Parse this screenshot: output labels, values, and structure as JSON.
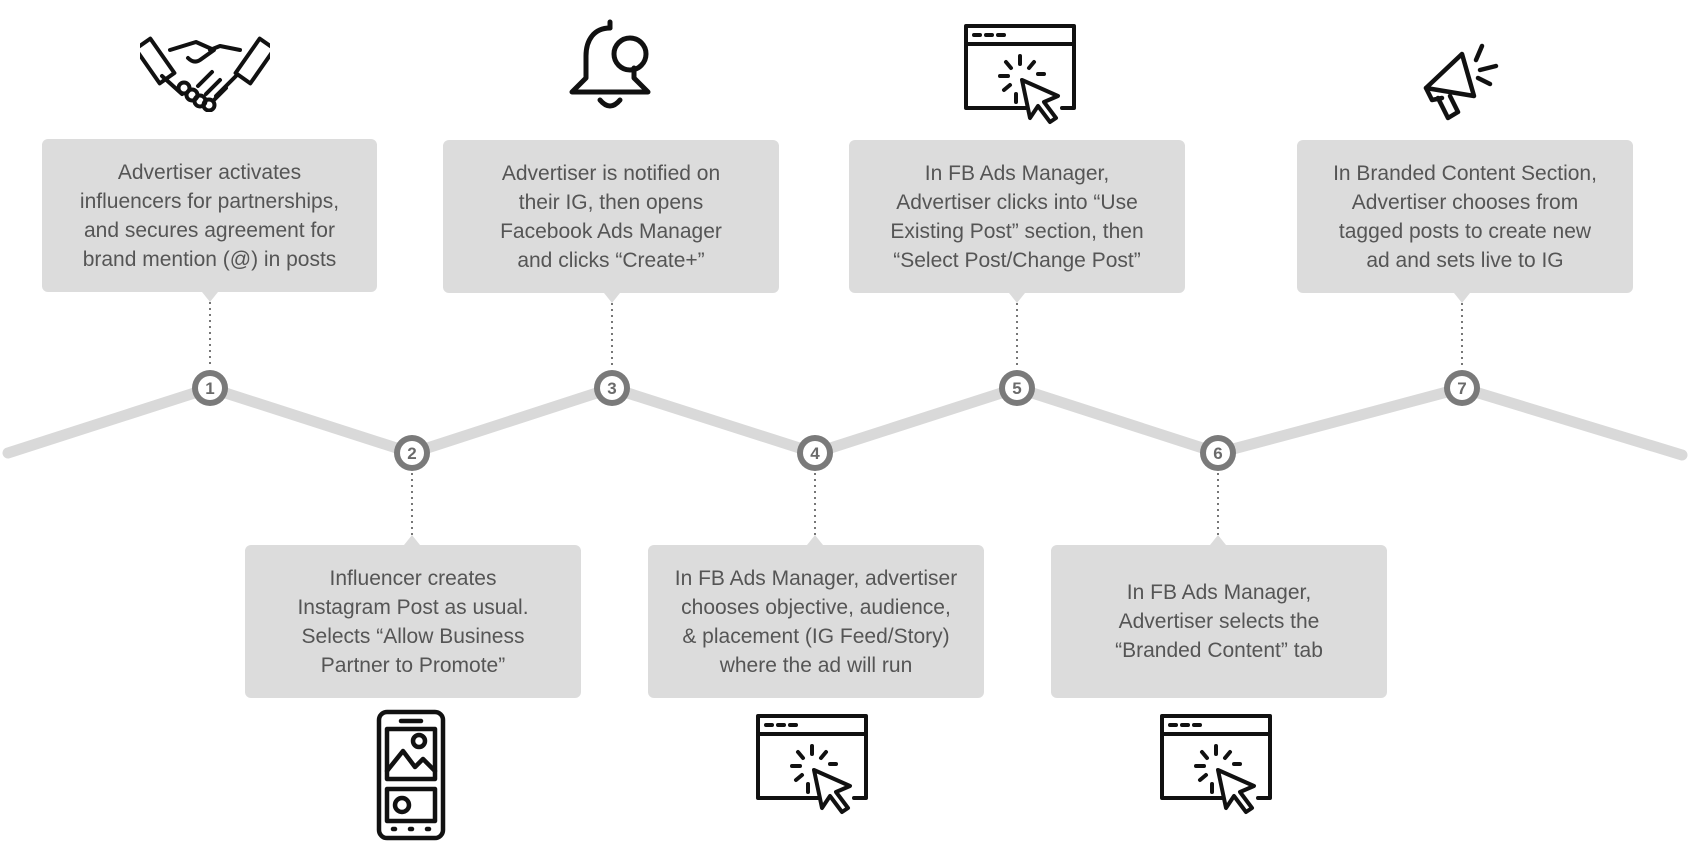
{
  "steps": [
    {
      "number": "1",
      "text": "Advertiser activates\ninfluencers for partnerships,\nand secures agreement for\nbrand mention (@) in posts",
      "icon": "handshake-icon"
    },
    {
      "number": "2",
      "text": "Influencer creates\nInstagram Post as usual.\nSelects “Allow Business\nPartner to Promote”",
      "icon": "smartphone-icon"
    },
    {
      "number": "3",
      "text": "Advertiser is notified on\ntheir IG, then opens\nFacebook Ads Manager\nand clicks “Create+”",
      "icon": "bell-notification-icon"
    },
    {
      "number": "4",
      "text": "In FB Ads Manager, advertiser\nchooses objective, audience,\n& placement (IG Feed/Story)\nwhere the ad will run",
      "icon": "browser-click-icon"
    },
    {
      "number": "5",
      "text": "In FB Ads Manager,\nAdvertiser clicks into “Use\nExisting Post” section, then\n“Select Post/Change Post”",
      "icon": "browser-click-icon"
    },
    {
      "number": "6",
      "text": "In FB Ads Manager,\nAdvertiser selects the\n“Branded Content” tab",
      "icon": "browser-click-icon"
    },
    {
      "number": "7",
      "text": "In Branded Content Section,\nAdvertiser chooses from\ntagged posts to create new\nad and sets live to IG",
      "icon": "megaphone-icon"
    }
  ],
  "colors": {
    "box_fill": "#dcdcdc",
    "text": "#555555",
    "line": "#d9d9d9",
    "node": "#7a7a7a",
    "icon": "#111111"
  }
}
